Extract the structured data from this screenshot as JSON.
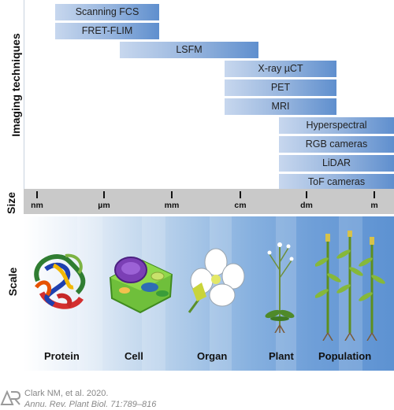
{
  "row_labels": {
    "imaging": "Imaging techniques",
    "size": "Size",
    "scale": "Scale"
  },
  "techniques": [
    {
      "name": "Scanning FCS",
      "range": [
        "nm",
        "mm"
      ]
    },
    {
      "name": "FRET-FLIM",
      "range": [
        "nm",
        "mm"
      ]
    },
    {
      "name": "LSFM",
      "range": [
        "µm",
        "cm"
      ]
    },
    {
      "name": "X-ray µCT",
      "range": [
        "cm",
        "dm"
      ]
    },
    {
      "name": "PET",
      "range": [
        "cm",
        "dm"
      ]
    },
    {
      "name": "MRI",
      "range": [
        "cm",
        "dm"
      ]
    },
    {
      "name": "Hyperspectral",
      "range": [
        "dm",
        "m"
      ]
    },
    {
      "name": "RGB cameras",
      "range": [
        "dm",
        "m"
      ]
    },
    {
      "name": "LiDAR",
      "range": [
        "dm",
        "m"
      ]
    },
    {
      "name": "ToF cameras",
      "range": [
        "dm",
        "m"
      ]
    }
  ],
  "size_ticks": [
    "nm",
    "µm",
    "mm",
    "cm",
    "dm",
    "m"
  ],
  "scale_levels": [
    "Protein",
    "Cell",
    "Organ",
    "Plant",
    "Population"
  ],
  "colors": {
    "bar_light": "#c7d7ee",
    "bar_mid": "#94b3dd",
    "bar_dark": "#5f8fce",
    "ruler": "#c9c9c9"
  },
  "citation": {
    "line1": "Clark NM, et al. 2020.",
    "line2": "Annu. Rev. Plant Biol. 71:789–816"
  }
}
